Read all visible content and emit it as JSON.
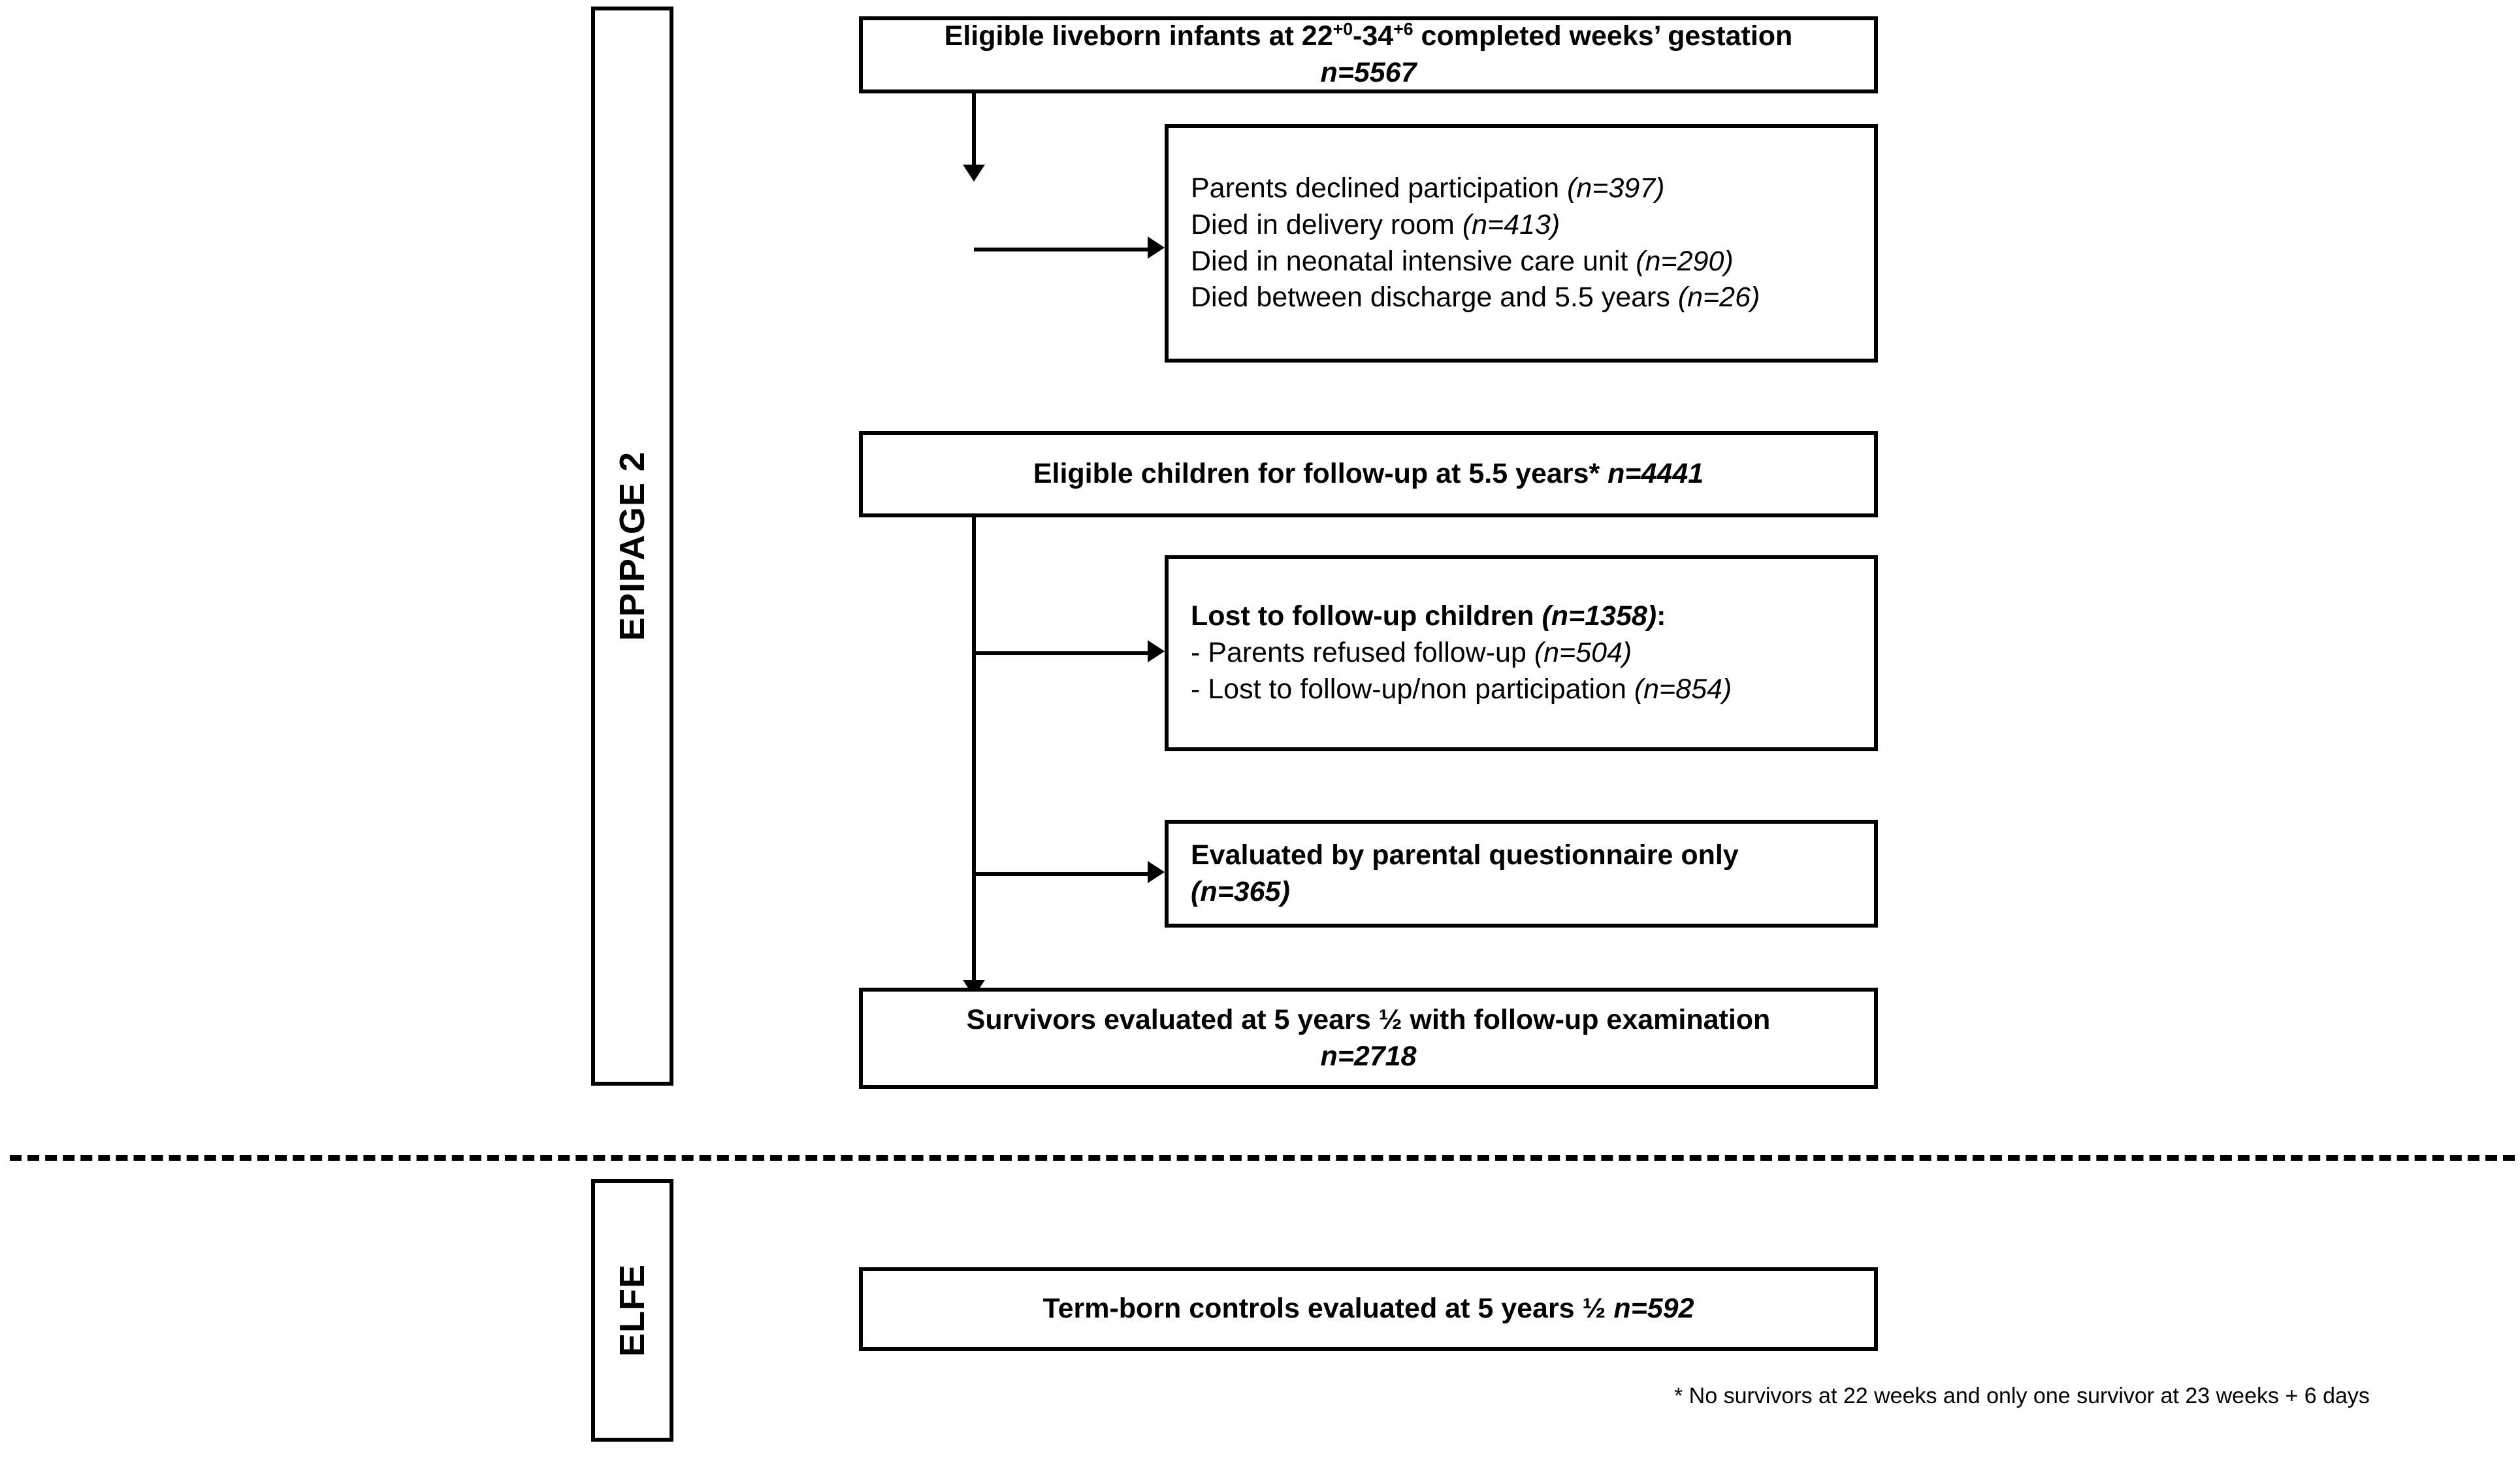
{
  "cohorts": {
    "epipage": {
      "label": "EPIPAGE 2"
    },
    "elfe": {
      "label": "ELFE"
    }
  },
  "boxes": {
    "eligible_liveborn": {
      "title_pre": "Eligible liveborn infants at 22",
      "sup1": "+0",
      "title_mid": "-34",
      "sup2": "+6",
      "title_post": " completed weeks’ gestation",
      "n": "n=5567"
    },
    "exclusions": {
      "items": [
        {
          "text": "Parents declined participation ",
          "n": "(n=397)"
        },
        {
          "text": "Died in delivery room ",
          "n": "(n=413)"
        },
        {
          "text": "Died  in neonatal intensive care unit ",
          "n": "(n=290)"
        },
        {
          "text": "Died between discharge and 5.5 years ",
          "n": "(n=26)"
        }
      ]
    },
    "eligible_children": {
      "text": "Eligible children for follow-up at 5.5 years* ",
      "n": "n=4441"
    },
    "lost_followup": {
      "heading": "Lost to follow-up children ",
      "heading_n": "(n=1358)",
      "heading_colon": ":",
      "items": [
        {
          "text": "- Parents refused follow-up ",
          "n": "(n=504)"
        },
        {
          "text": "- Lost to follow-up/non participation ",
          "n": "(n=854)"
        }
      ]
    },
    "questionnaire": {
      "text": "Evaluated by parental questionnaire only",
      "n": "(n=365)"
    },
    "survivors": {
      "text": "Survivors evaluated at 5 years ½ with follow-up examination",
      "n": "n=2718"
    },
    "term_born": {
      "text": "Term-born controls evaluated at 5 years ½ ",
      "n": "n=592"
    }
  },
  "footnote": {
    "text": "* No survivors at 22 weeks and only one survivor at 23 weeks + 6 days"
  },
  "colors": {
    "stroke": "#000000",
    "background": "#ffffff"
  }
}
